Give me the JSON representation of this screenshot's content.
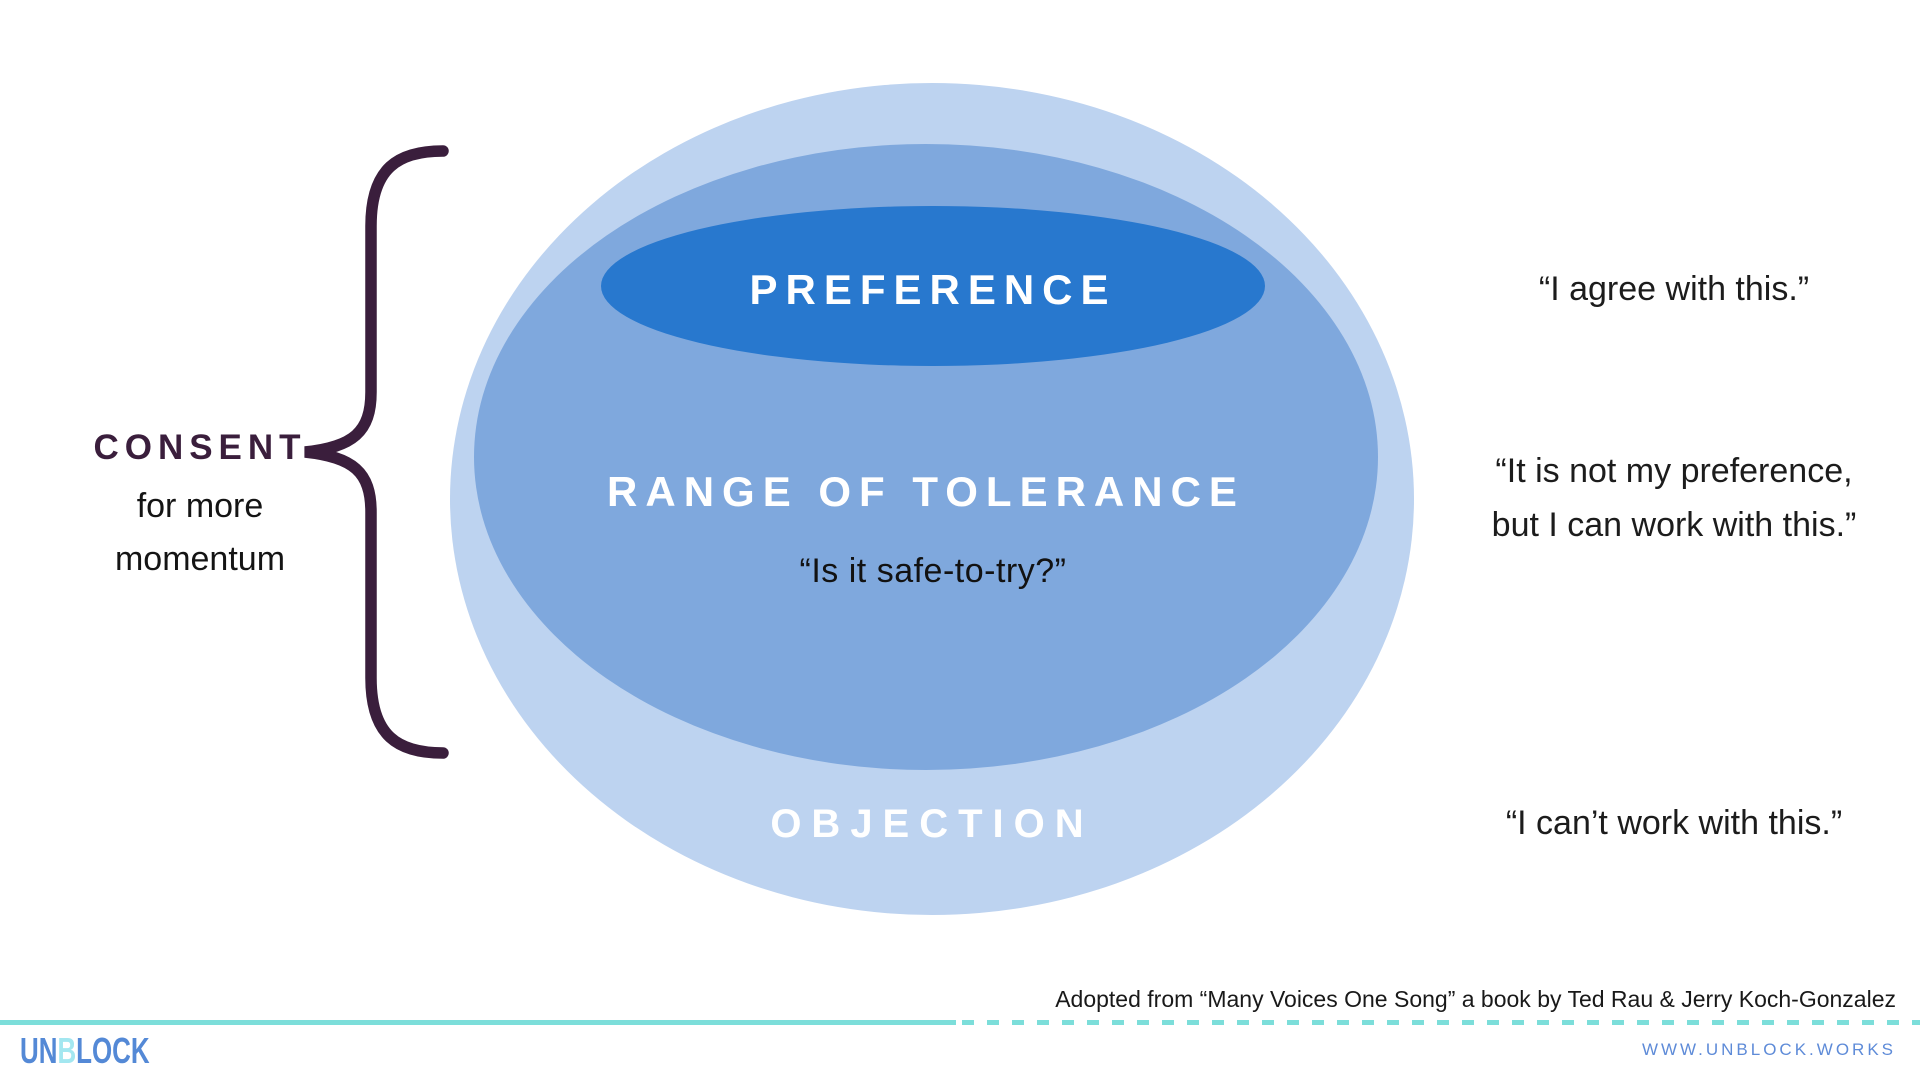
{
  "left_label": {
    "title": "CONSENT",
    "line2": "for more",
    "line3": "momentum"
  },
  "ellipses": {
    "preference": {
      "label": "PREFERENCE",
      "color": "#2878CE"
    },
    "tolerance": {
      "label": "RANGE OF TOLERANCE",
      "question": "“Is it safe-to-try?”",
      "color": "#7FA8DD"
    },
    "objection": {
      "label": "OBJECTION",
      "color": "#BDD3F0"
    }
  },
  "quotes": {
    "preference": "“I agree with this.”",
    "tolerance_line1": "“It is not my preference,",
    "tolerance_line2": "but I can work with this.”",
    "objection": "“I can’t work with this.”"
  },
  "footer": {
    "attribution": "Adopted from “Many Voices One Song” a book by Ted Rau & Jerry Koch-Gonzalez",
    "logo_part1": "UN",
    "logo_part2": "B",
    "logo_part3": "LOCK",
    "website": "WWW.UNBLOCK.WORKS"
  },
  "colors": {
    "brace_and_consent": "#3A1E3C",
    "divider_teal": "#7CDEDA",
    "logo_blue": "#5489D6",
    "logo_cyan": "#A3E7F0",
    "website_blue": "#5E8BD8"
  }
}
